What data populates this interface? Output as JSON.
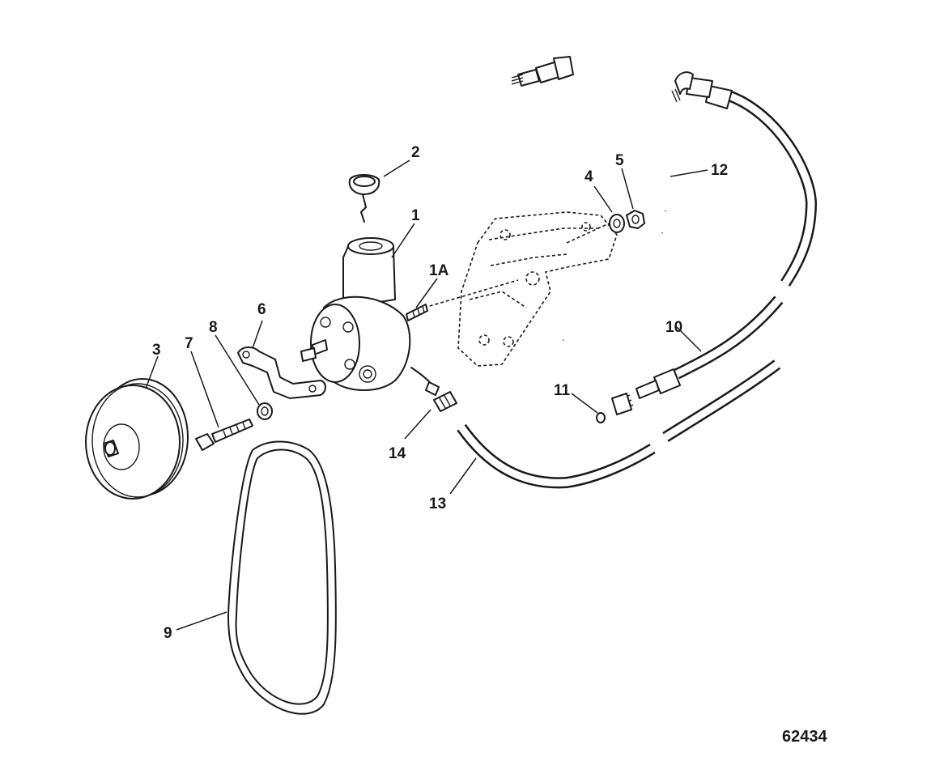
{
  "figure_number": "62434",
  "callouts": [
    {
      "id": "1",
      "text": "1"
    },
    {
      "id": "1A",
      "text": "1A"
    },
    {
      "id": "2",
      "text": "2"
    },
    {
      "id": "3",
      "text": "3"
    },
    {
      "id": "4",
      "text": "4"
    },
    {
      "id": "5",
      "text": "5"
    },
    {
      "id": "6",
      "text": "6"
    },
    {
      "id": "7",
      "text": "7"
    },
    {
      "id": "8",
      "text": "8"
    },
    {
      "id": "9",
      "text": "9"
    },
    {
      "id": "10",
      "text": "10"
    },
    {
      "id": "11",
      "text": "11"
    },
    {
      "id": "12",
      "text": "12"
    },
    {
      "id": "13",
      "text": "13"
    },
    {
      "id": "14",
      "text": "14"
    }
  ]
}
